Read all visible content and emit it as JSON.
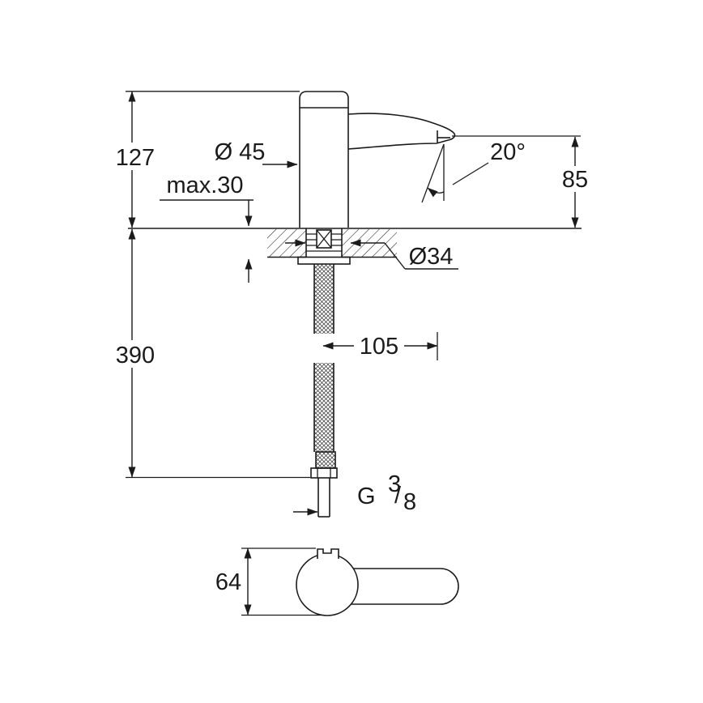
{
  "figure": {
    "kind": "technical-dimension-drawing",
    "views": [
      "faucet-side-view-with-supply-hose",
      "lever-side-view"
    ]
  },
  "dimensions": {
    "height_above_deck": "127",
    "length_below_deck": "390",
    "max_mounting_thickness": "max.30",
    "body_diameter": "Ø 45",
    "outlet_angle": "20°",
    "outlet_height": "85",
    "hole_diameter": "Ø34",
    "spout_reach": "105",
    "thread_letter": "G",
    "thread_numerator": "3",
    "thread_slash": "/",
    "thread_denominator": "8",
    "lever_height": "64"
  },
  "colors": {
    "ink": "#1b1b1b",
    "background": "#ffffff"
  }
}
